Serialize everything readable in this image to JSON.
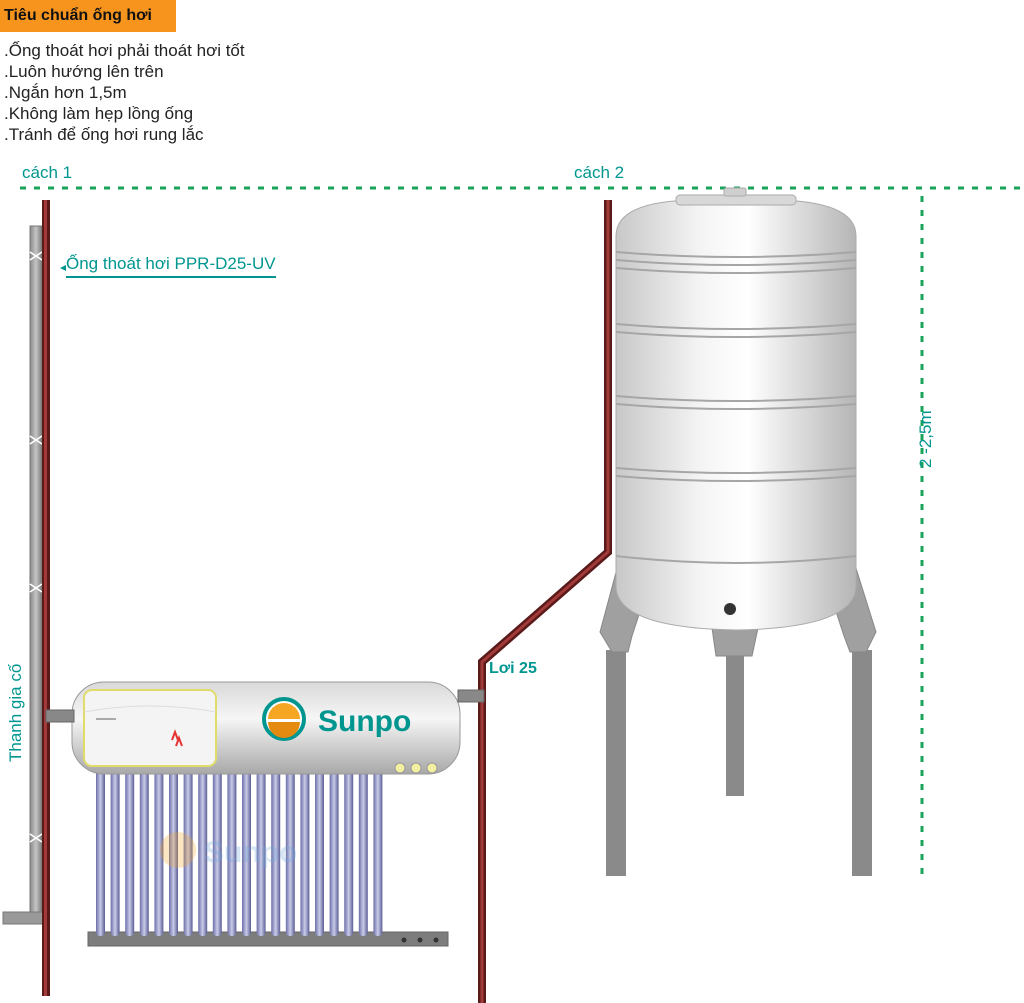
{
  "title": "Tiêu chuẩn ống hơi",
  "bullets": [
    ".Ống thoát hơi phải thoát hơi tốt",
    ".Luôn hướng lên trên",
    ".Ngắn hơn 1,5m",
    ".Không làm hẹp lồng ống",
    ".Tránh để ống hơi rung lắc"
  ],
  "labels": {
    "option1": "cách 1",
    "option2": "cách 2",
    "pipe_name": "Ống thoát hơi PPR-D25-UV",
    "elbow": "Lơi 25",
    "height": "2 -2,5m",
    "brace": "Thanh gia cố"
  },
  "brand": {
    "name": "Sunpo",
    "watermark": "Sunpo"
  },
  "colors": {
    "accent": "#00968f",
    "title_bg": "#f7941d",
    "pipe": "#8b2a2a",
    "dotted_line": "#1aa35a"
  }
}
